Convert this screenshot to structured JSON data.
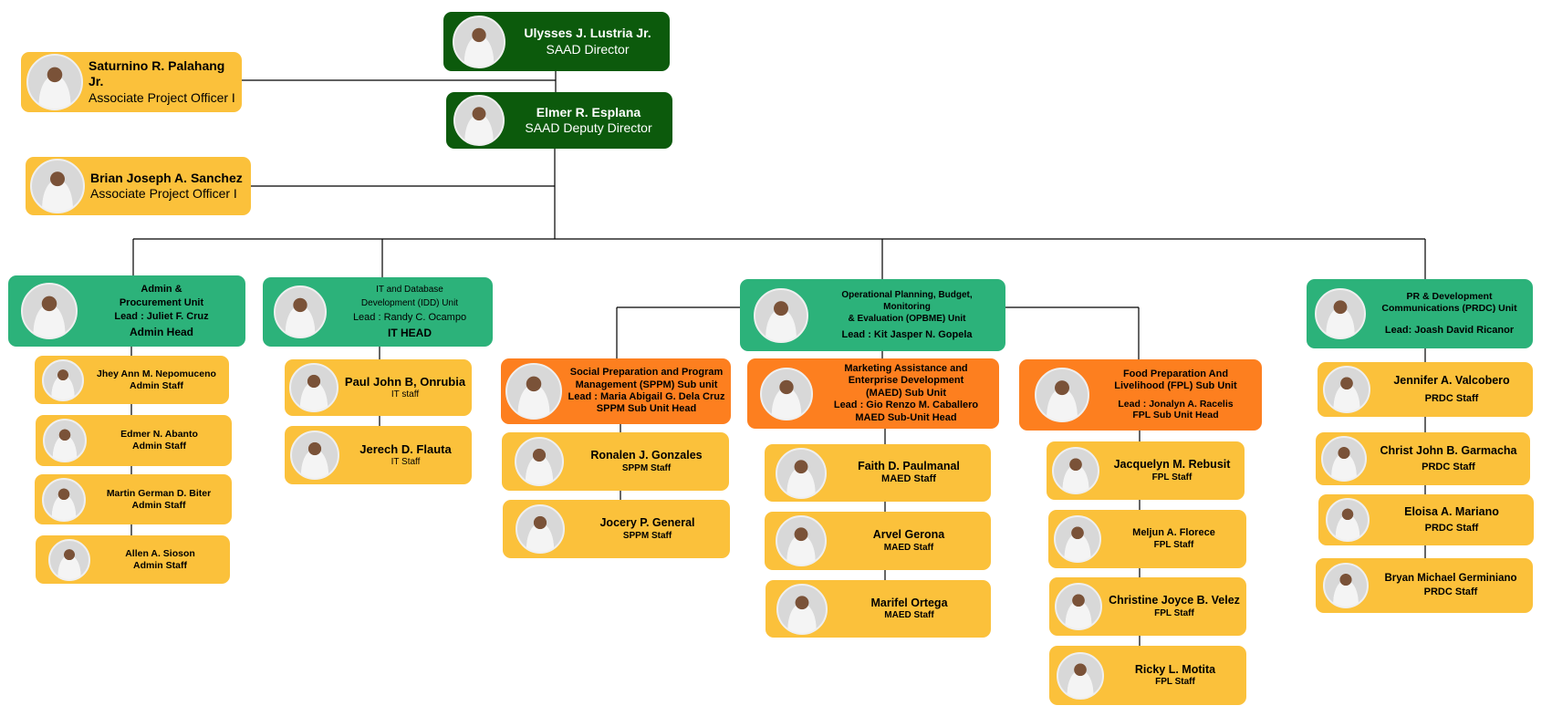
{
  "director": {
    "name": "Ulysses J. Lustria Jr.",
    "title": "SAAD Director"
  },
  "deputy": {
    "name": "Elmer R. Esplana",
    "title": "SAAD Deputy Director"
  },
  "apo1": {
    "name": "Saturnino R. Palahang Jr.",
    "title": "Associate Project Officer I"
  },
  "apo2": {
    "name": "Brian Joseph A. Sanchez",
    "title": "Associate Project Officer I"
  },
  "admin": {
    "line1": "Admin &",
    "line2": "Procurement Unit",
    "lead": "Lead : Juliet F. Cruz",
    "role": "Admin Head",
    "staff": [
      {
        "name": "Jhey Ann M. Nepomuceno",
        "title": "Admin Staff"
      },
      {
        "name": "Edmer N. Abanto",
        "title": "Admin Staff"
      },
      {
        "name": "Martin German D. Biter",
        "title": "Admin Staff"
      },
      {
        "name": "Allen A. Sioson",
        "title": "Admin Staff"
      }
    ]
  },
  "idd": {
    "line1": "IT and Database",
    "line2": "Development (IDD) Unit",
    "lead": "Lead : Randy C. Ocampo",
    "role": "IT HEAD",
    "staff": [
      {
        "name": "Paul John B, Onrubia",
        "title": "IT staff"
      },
      {
        "name": "Jerech D. Flauta",
        "title": "IT Staff"
      }
    ]
  },
  "opbme": {
    "line1": "Operational Planning, Budget,",
    "line2": "Monitoring",
    "line3": "& Evaluation (OPBME) Unit",
    "lead": "Lead : Kit Jasper N. Gopela"
  },
  "sppm": {
    "line1": "Social Preparation and Program",
    "line2": "Management (SPPM) Sub unit",
    "lead": "Lead : Maria Abigail G. Dela Cruz",
    "role": "SPPM Sub Unit Head",
    "staff": [
      {
        "name": "Ronalen J. Gonzales",
        "title": "SPPM Staff"
      },
      {
        "name": "Jocery P. General",
        "title": "SPPM Staff"
      }
    ]
  },
  "maed": {
    "line1": "Marketing Assistance and",
    "line2": "Enterprise Development",
    "line3": "(MAED) Sub Unit",
    "lead": "Lead : Gio Renzo M. Caballero",
    "role": "MAED Sub-Unit Head",
    "staff": [
      {
        "name": "Faith D. Paulmanal",
        "title": "MAED Staff"
      },
      {
        "name": "Arvel Gerona",
        "title": "MAED Staff"
      },
      {
        "name": "Marifel Ortega",
        "title": "MAED Staff"
      }
    ]
  },
  "fpl": {
    "line1": "Food Preparation And",
    "line2": "Livelihood (FPL) Sub Unit",
    "lead": "Lead : Jonalyn A. Racelis",
    "role": "FPL Sub Unit Head",
    "staff": [
      {
        "name": "Jacquelyn M. Rebusit",
        "title": "FPL Staff"
      },
      {
        "name": "Meljun A. Florece",
        "title": "FPL Staff"
      },
      {
        "name": "Christine Joyce B. Velez",
        "title": "FPL Staff"
      },
      {
        "name": "Ricky L. Motita",
        "title": "FPL Staff"
      }
    ]
  },
  "prdc": {
    "line1": "PR & Development",
    "line2": "Communications (PRDC) Unit",
    "lead": "Lead: Joash David Ricanor",
    "staff": [
      {
        "name": "Jennifer A. Valcobero",
        "title": "PRDC Staff"
      },
      {
        "name": "Christ John B. Garmacha",
        "title": "PRDC Staff"
      },
      {
        "name": "Eloisa A. Mariano",
        "title": "PRDC Staff"
      },
      {
        "name": "Bryan Michael  Germiniano",
        "title": "PRDC Staff"
      }
    ]
  },
  "colors": {
    "dark_green": "#0c5a0c",
    "green": "#2cb27a",
    "orange": "#fd7f1f",
    "yellow": "#fbc13b"
  }
}
